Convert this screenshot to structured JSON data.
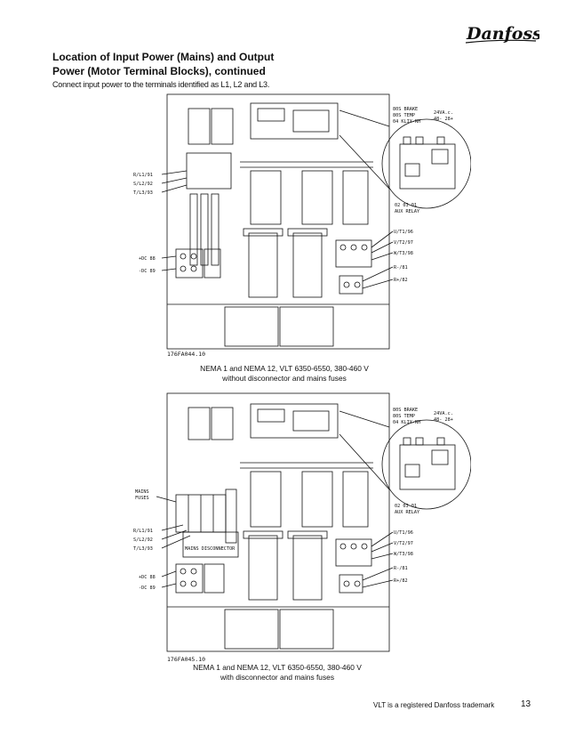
{
  "brand": "Danfoss",
  "heading": {
    "line1": "Location of Input Power (Mains) and Output",
    "line2": "Power (Motor Terminal Blocks), continued",
    "intro": "Connect input power to the terminals identified as L1, L2 and L3."
  },
  "figure1": {
    "id": "176FA044.10",
    "caption_line1": "NEMA 1 and NEMA 12, VLT 6350-6550, 380-460 V",
    "caption_line2": "without disconnector and mains fuses",
    "labels": {
      "mains_r": "R/L1/91",
      "mains_s": "S/L2/92",
      "mains_t": "T/L3/93",
      "dc_pos": "+DC 88",
      "dc_neg": "-DC 89",
      "motor_u": "U/T1/96",
      "motor_v": "V/T2/97",
      "motor_w": "W/T3/98",
      "brake_r_neg": "R-/81",
      "brake_r_pos": "R+/82",
      "detail_l1": "80S BRAKE",
      "detail_l2": "80S TEMP",
      "detail_l3": "04 KLIX-RH",
      "detail_v1": "24VA.c.",
      "detail_v2": "48- 28+",
      "relay_l1": "02 03 01",
      "relay_l2": "AUX RELAY"
    }
  },
  "figure2": {
    "id": "176FA045.10",
    "caption_line1": "NEMA 1 and NEMA 12, VLT 6350-6550, 380-460 V",
    "caption_line2": "with disconnector and mains fuses",
    "labels": {
      "fuses_l1": "MAINS",
      "fuses_l2": "FUSES",
      "mains_r": "R/L1/91",
      "mains_s": "S/L2/92",
      "mains_t": "T/L3/93",
      "disconnector": "MAINS DISCONNECTOR",
      "dc_pos": "+DC 88",
      "dc_neg": "-DC 89",
      "motor_u": "U/T1/96",
      "motor_v": "V/T2/97",
      "motor_w": "W/T3/98",
      "brake_r_neg": "R-/81",
      "brake_r_pos": "R+/82",
      "detail_l1": "80S BRAKE",
      "detail_l2": "80S TEMP",
      "detail_l3": "04 KLIX-RH",
      "detail_v1": "24VA.c.",
      "detail_v2": "48- 28+",
      "relay_l1": "02 03 01",
      "relay_l2": "AUX RELAY"
    }
  },
  "footer": {
    "trademark": "VLT is a registered Danfoss trademark",
    "page": "13"
  }
}
